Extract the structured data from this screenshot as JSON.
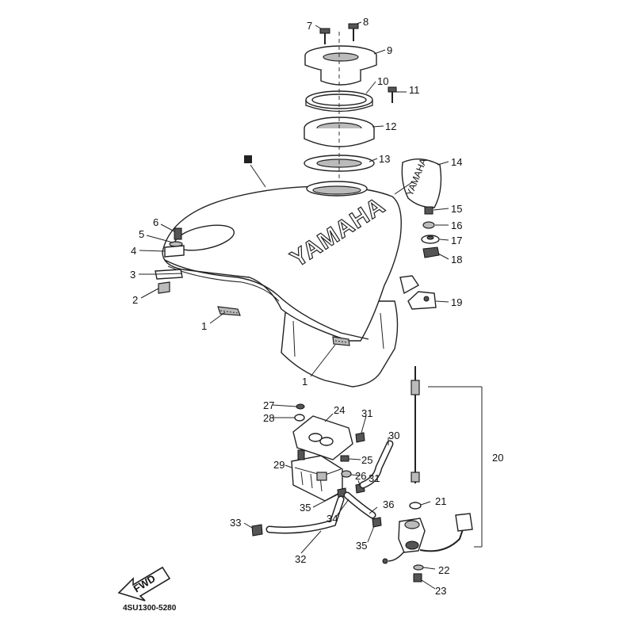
{
  "diagram_code": "4SU1300-5280",
  "brand_text": "YAMAHA",
  "fwd_label": "FWD",
  "callouts": {
    "c1a": "1",
    "c1b": "1",
    "c2": "2",
    "c3": "3",
    "c4": "4",
    "c5": "5",
    "c6": "6",
    "c7": "7",
    "c8": "8",
    "c9": "9",
    "c10": "10",
    "c11": "11",
    "c12": "12",
    "c13": "13",
    "c14": "14",
    "c15": "15",
    "c16": "16",
    "c17": "17",
    "c18": "18",
    "c19": "19",
    "c20": "20",
    "c21": "21",
    "c22": "22",
    "c23": "23",
    "c24": "24",
    "c25": "25",
    "c26": "26",
    "c27": "27",
    "c28": "28",
    "c29": "29",
    "c30": "30",
    "c31a": "31",
    "c31b": "31",
    "c32": "32",
    "c33": "33",
    "c34": "34",
    "c35a": "35",
    "c35b": "35",
    "c36": "36"
  }
}
